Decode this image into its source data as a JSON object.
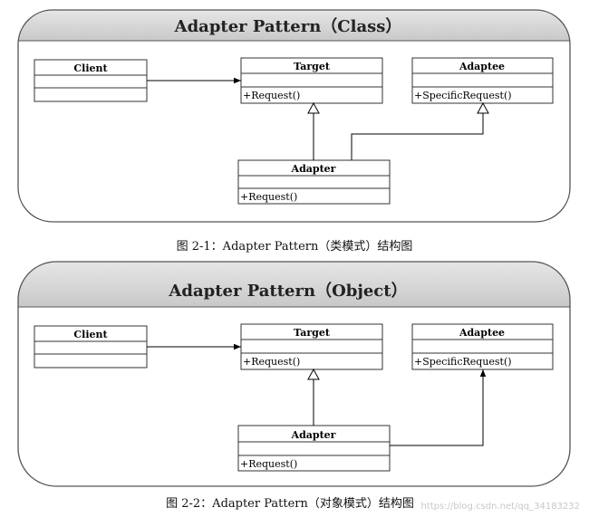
{
  "diagrams": [
    {
      "title": "Adapter Pattern（Class）",
      "caption": "图 2-1：Adapter Pattern（类模式）结构图",
      "classes": {
        "client": {
          "name": "Client",
          "ops": ""
        },
        "target": {
          "name": "Target",
          "ops": "+Request()"
        },
        "adaptee": {
          "name": "Adaptee",
          "ops": "+SpecificRequest()"
        },
        "adapter": {
          "name": "Adapter",
          "ops": "+Request()"
        }
      },
      "relations": {
        "client_target": "association",
        "adapter_target": "generalization",
        "adapter_adaptee": "generalization"
      }
    },
    {
      "title": "Adapter Pattern（Object）",
      "caption": "图 2-2：Adapter Pattern（对象模式）结构图",
      "classes": {
        "client": {
          "name": "Client",
          "ops": ""
        },
        "target": {
          "name": "Target",
          "ops": "+Request()"
        },
        "adaptee": {
          "name": "Adaptee",
          "ops": "+SpecificRequest()"
        },
        "adapter": {
          "name": "Adapter",
          "ops": "+Request()"
        }
      },
      "relations": {
        "client_target": "association",
        "adapter_target": "generalization",
        "adapter_adaptee": "association"
      }
    }
  ],
  "watermark": "https://blog.csdn.net/qq_34183232"
}
